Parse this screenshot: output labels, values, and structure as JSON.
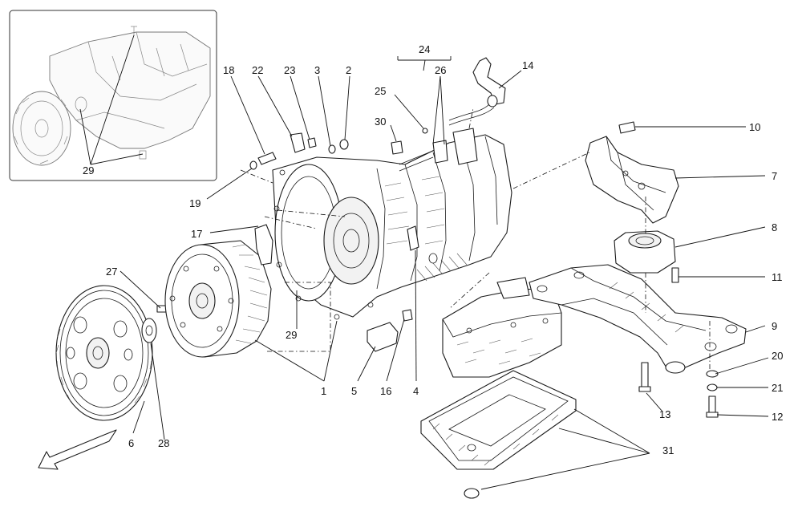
{
  "callouts": [
    {
      "id": "c1",
      "text": "1"
    },
    {
      "id": "c2",
      "text": "2"
    },
    {
      "id": "c3",
      "text": "3"
    },
    {
      "id": "c4",
      "text": "4"
    },
    {
      "id": "c5",
      "text": "5"
    },
    {
      "id": "c6",
      "text": "6"
    },
    {
      "id": "c7",
      "text": "7"
    },
    {
      "id": "c8",
      "text": "8"
    },
    {
      "id": "c9",
      "text": "9"
    },
    {
      "id": "c10",
      "text": "10"
    },
    {
      "id": "c11",
      "text": "11"
    },
    {
      "id": "c12",
      "text": "12"
    },
    {
      "id": "c13",
      "text": "13"
    },
    {
      "id": "c14",
      "text": "14"
    },
    {
      "id": "c16",
      "text": "16"
    },
    {
      "id": "c17",
      "text": "17"
    },
    {
      "id": "c18",
      "text": "18"
    },
    {
      "id": "c19",
      "text": "19"
    },
    {
      "id": "c20",
      "text": "20"
    },
    {
      "id": "c21",
      "text": "21"
    },
    {
      "id": "c22",
      "text": "22"
    },
    {
      "id": "c23",
      "text": "23"
    },
    {
      "id": "c24",
      "text": "24"
    },
    {
      "id": "c25",
      "text": "25"
    },
    {
      "id": "c26",
      "text": "26"
    },
    {
      "id": "c27",
      "text": "27"
    },
    {
      "id": "c28",
      "text": "28"
    },
    {
      "id": "c29a",
      "text": "29"
    },
    {
      "id": "c29b",
      "text": "29"
    },
    {
      "id": "c30",
      "text": "30"
    },
    {
      "id": "c31",
      "text": "31"
    }
  ]
}
